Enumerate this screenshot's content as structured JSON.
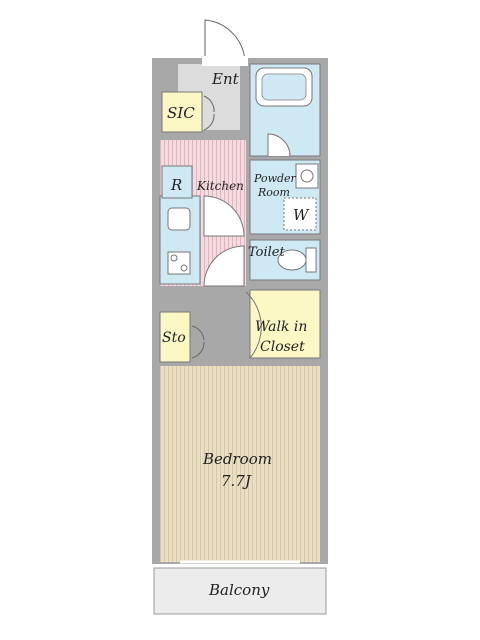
{
  "plan": {
    "entrance": "Ent",
    "sic": "SIC",
    "refrigerator": "R",
    "kitchen": "Kitchen",
    "powder_room_line1": "Powder",
    "powder_room_line2": "Room",
    "washer": "W",
    "toilet": "Toilet",
    "storage": "Sto",
    "walk_in_line1": "Walk in",
    "walk_in_line2": "Closet",
    "bedroom": "Bedroom",
    "bedroom_size": "7.7J",
    "balcony": "Balcony"
  },
  "colors": {
    "wall": "#a8a8a8",
    "wet_area": "#cfe9f4",
    "kitchen_floor": "#f2d4da",
    "bedroom_floor": "#e9dec4",
    "closet": "#fbf8c6",
    "entrance_floor": "#dcdcdc",
    "balcony": "#ececec"
  }
}
